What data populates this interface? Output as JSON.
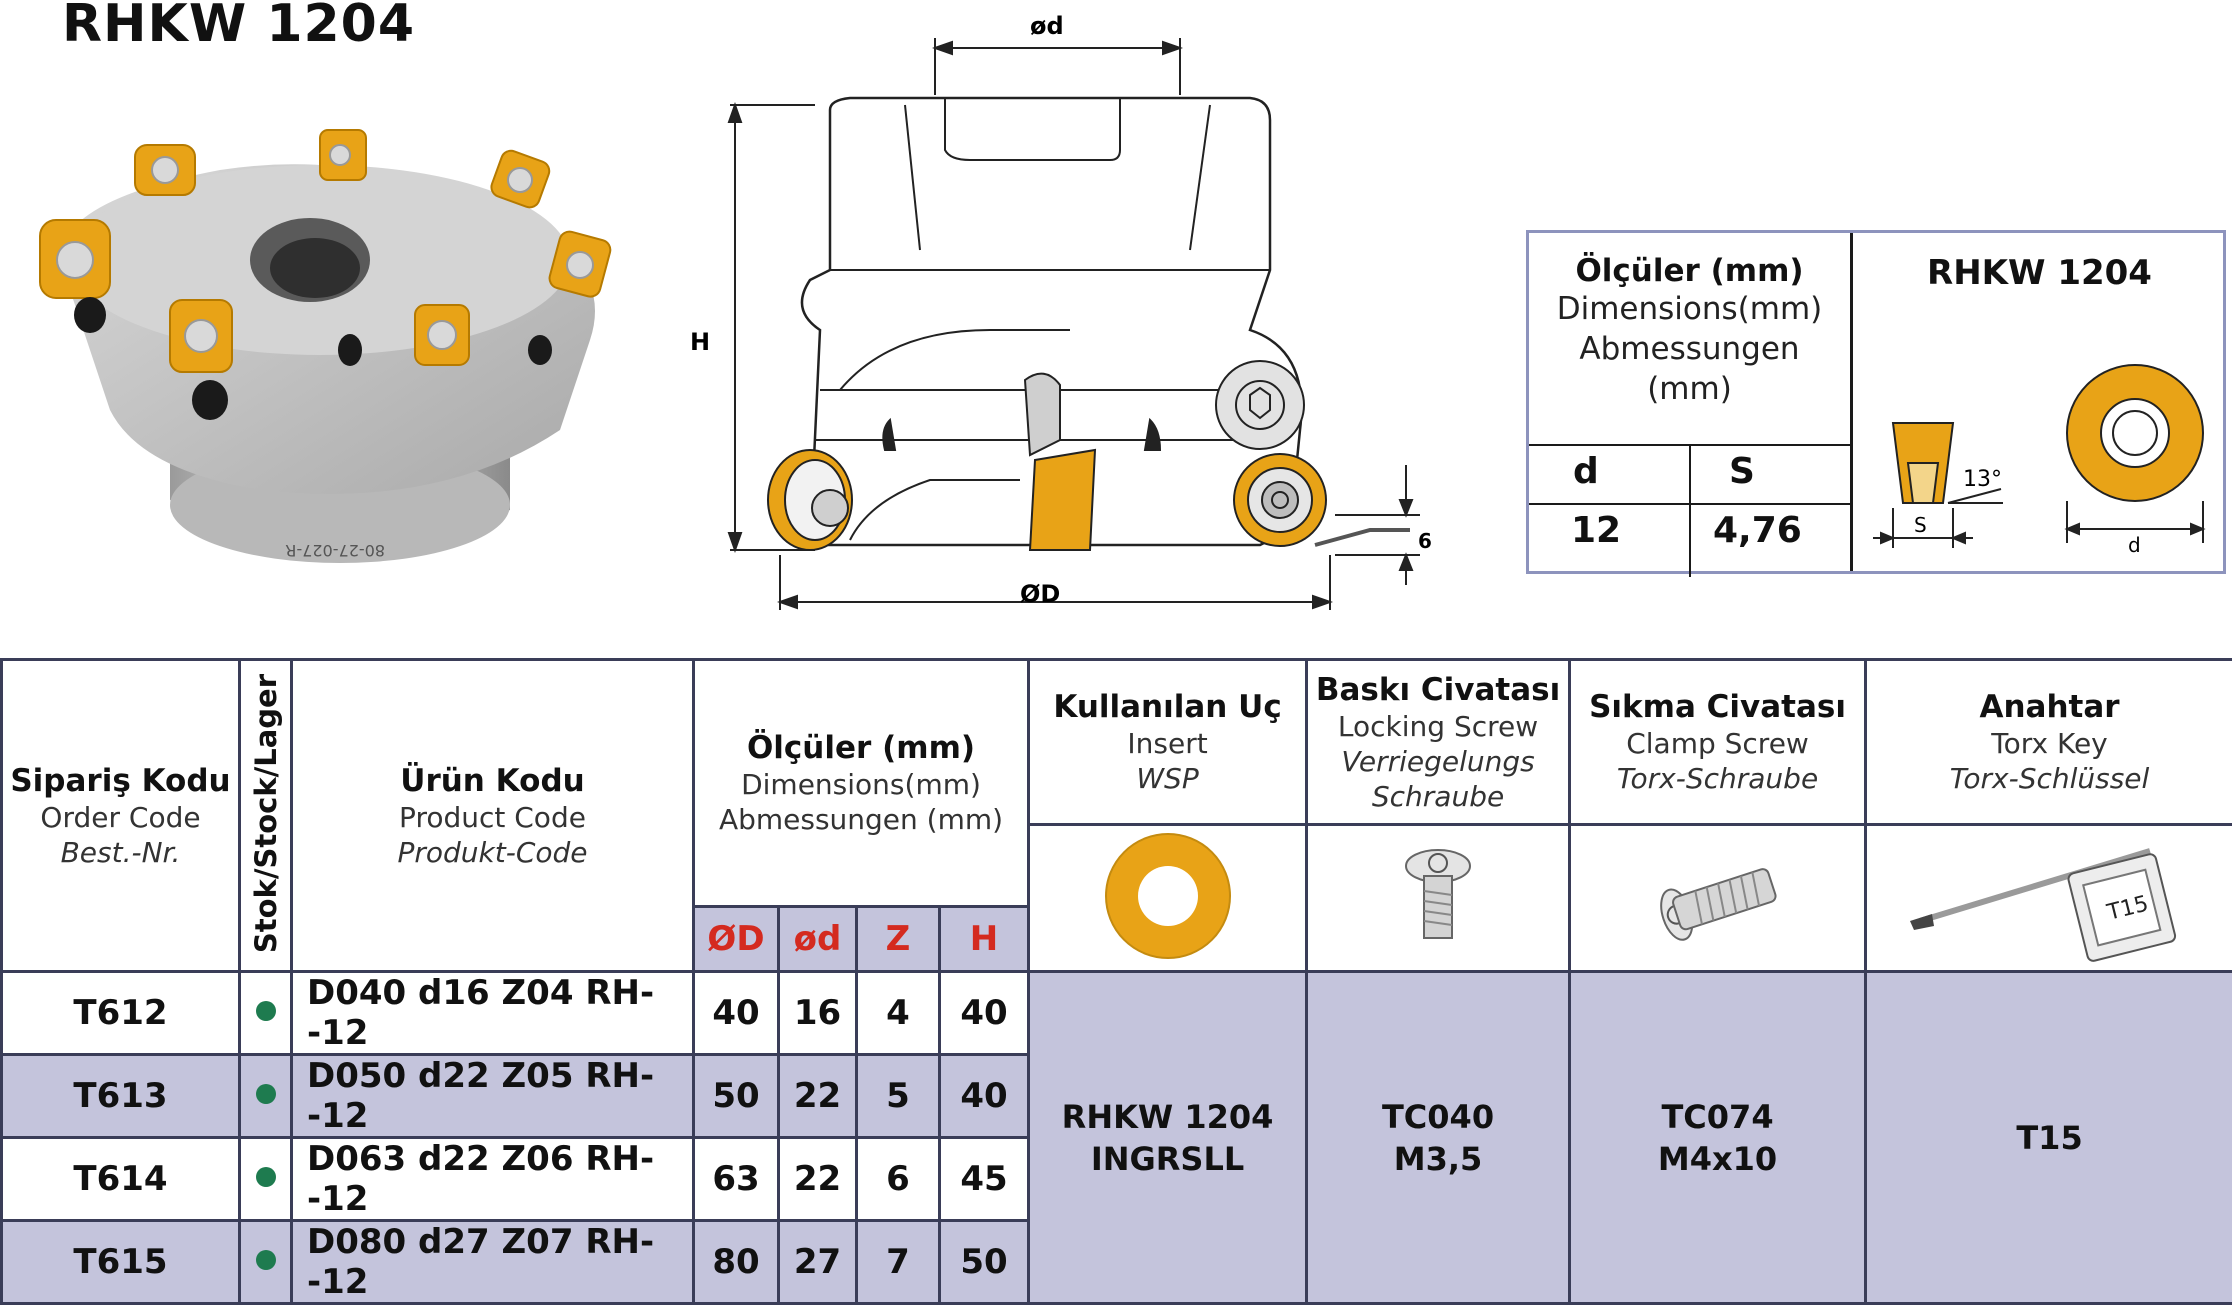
{
  "title": "RHKW 1204",
  "drawing": {
    "label_od_small": "ød",
    "label_od_big": "ØD",
    "label_h": "H",
    "label_6": "6"
  },
  "spec_box": {
    "header_title": "Ölçüler (mm)",
    "header_line2": "Dimensions(mm)",
    "header_line3": "Abmessungen",
    "header_line4": "(mm)",
    "col_d": "d",
    "col_s": "S",
    "val_d": "12",
    "val_s": "4,76",
    "insert_title": "RHKW 1204",
    "angle": "13°",
    "label_s": "S",
    "label_d": "d"
  },
  "table": {
    "h_order": {
      "title": "Sipariş Kodu",
      "sub": "Order Code",
      "it": "Best.-Nr."
    },
    "h_stock": "Stok/Stock/Lager",
    "h_product": {
      "title": "Ürün Kodu",
      "sub": "Product Code",
      "it": "Produkt-Code"
    },
    "h_dims": {
      "title": "Ölçüler (mm)",
      "sub": "Dimensions(mm)",
      "sub2": "Abmessungen (mm)"
    },
    "h_dim_cols": [
      "ØD",
      "ød",
      "Z",
      "H"
    ],
    "h_insert": {
      "title": "Kullanılan Uç",
      "sub": "Insert",
      "it": "WSP"
    },
    "h_lock": {
      "title": "Baskı Civatası",
      "sub": "Locking Screw",
      "it": "Verriegelungs",
      "it2": "Schraube"
    },
    "h_clamp": {
      "title": "Sıkma Civatası",
      "sub": "Clamp Screw",
      "it": "Torx-Schraube"
    },
    "h_key": {
      "title": "Anahtar",
      "sub": "Torx Key",
      "it": "Torx-Schlüssel"
    },
    "rows": [
      {
        "order": "T612",
        "product": "D040 d16 Z04 RH--12",
        "D": "40",
        "d": "16",
        "Z": "4",
        "H": "40"
      },
      {
        "order": "T613",
        "product": "D050 d22 Z05 RH--12",
        "D": "50",
        "d": "22",
        "Z": "5",
        "H": "40"
      },
      {
        "order": "T614",
        "product": "D063 d22 Z06 RH--12",
        "D": "63",
        "d": "22",
        "Z": "6",
        "H": "45"
      },
      {
        "order": "T615",
        "product": "D080 d27 Z07 RH--12",
        "D": "80",
        "d": "27",
        "Z": "7",
        "H": "50"
      }
    ],
    "insert_val": {
      "l1": "RHKW 1204",
      "l2": "INGRSLL"
    },
    "lock_val": {
      "l1": "TC040",
      "l2": "M3,5"
    },
    "clamp_val": {
      "l1": "TC074",
      "l2": "M4x10"
    },
    "key_val": "T15",
    "key_tag": "T15"
  },
  "colors": {
    "insert_orange": "#e8a317",
    "band": "#c4c4dc",
    "red": "#d42a1f",
    "stock_green": "#1e7b4f"
  }
}
